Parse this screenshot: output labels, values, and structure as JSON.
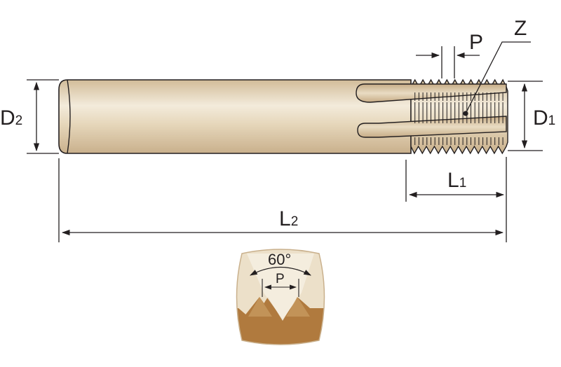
{
  "labels": {
    "d1_main": "D",
    "d1_sub": "1",
    "d2_main": "D",
    "d2_sub": "2",
    "l1_main": "L",
    "l1_sub": "1",
    "l2_main": "L",
    "l2_sub": "2",
    "pitch": "P",
    "flutes": "Z",
    "detail_angle": "60°",
    "detail_pitch": "P"
  },
  "colors": {
    "tool_body": "#e3d2b4",
    "tool_highlight": "#f4ecdc",
    "tool_shadow": "#c9b08c",
    "thread_brown": "#b07a3e",
    "detail_cream": "#ece0c9",
    "dimension_line": "#231f20"
  }
}
